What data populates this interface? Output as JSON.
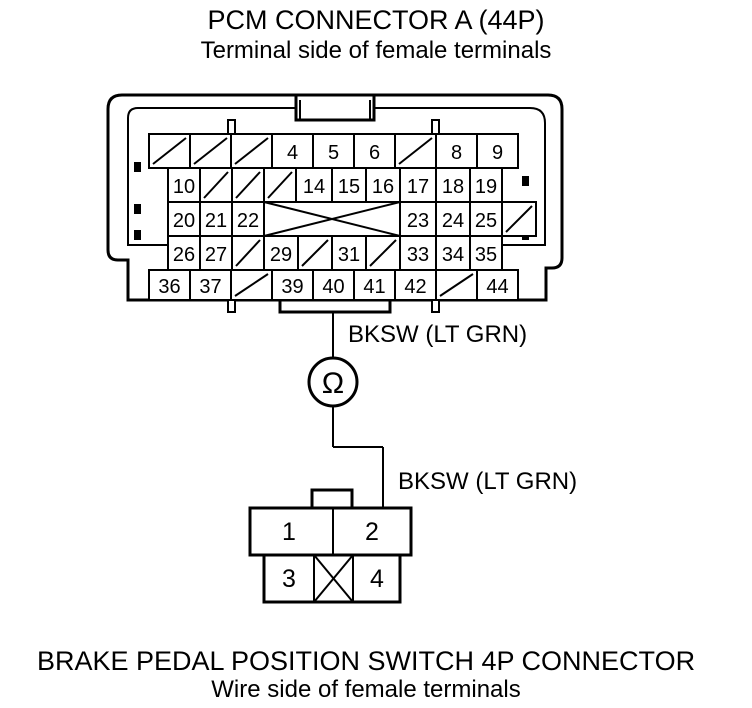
{
  "pcm_connector": {
    "title": "PCM CONNECTOR A (44P)",
    "subtitle": "Terminal side of female terminals",
    "rows": [
      [
        "",
        "",
        "",
        "4",
        "5",
        "6",
        "",
        "8",
        "9"
      ],
      [
        "10",
        "",
        "",
        "",
        "14",
        "15",
        "16",
        "17",
        "18",
        "19"
      ],
      [
        "20",
        "21",
        "22",
        "23",
        "24",
        "25"
      ],
      [
        "26",
        "27",
        "",
        "29",
        "",
        "31",
        "",
        "33",
        "34",
        "35"
      ],
      [
        "36",
        "37",
        "",
        "39",
        "40",
        "41",
        "42",
        "",
        "44"
      ]
    ]
  },
  "wire_labels": {
    "pcm_side": "BKSW (LT GRN)",
    "switch_side": "BKSW (LT GRN)"
  },
  "meter": {
    "symbol": "Ω"
  },
  "brake_connector": {
    "title": "BRAKE PEDAL POSITION SWITCH 4P CONNECTOR",
    "subtitle": "Wire side of female terminals",
    "terminals": [
      "1",
      "2",
      "3",
      "",
      "4"
    ]
  }
}
